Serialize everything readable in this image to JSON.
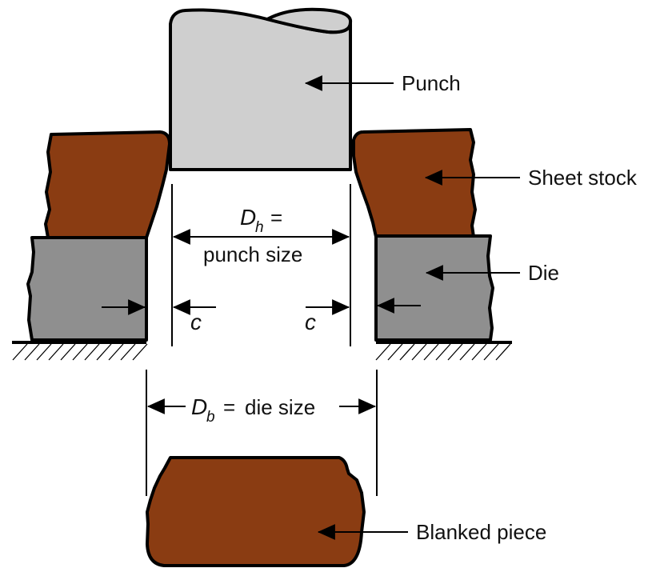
{
  "figure": {
    "colors": {
      "punch": "#cfcfcf",
      "sheet_stock": "#8a3c12",
      "die": "#8f8f8f",
      "outline": "#000000",
      "background": "#ffffff"
    },
    "labels": {
      "punch": "Punch",
      "sheet_stock": "Sheet stock",
      "die": "Die",
      "blanked_piece": "Blanked piece"
    },
    "punch_dimension": {
      "symbol": "D",
      "subscript": "h",
      "equals": "=",
      "description": "punch size"
    },
    "die_dimension": {
      "symbol": "D",
      "subscript": "b",
      "equals": "=",
      "description": "die size"
    },
    "clearance": {
      "left": "c",
      "right": "c"
    }
  }
}
